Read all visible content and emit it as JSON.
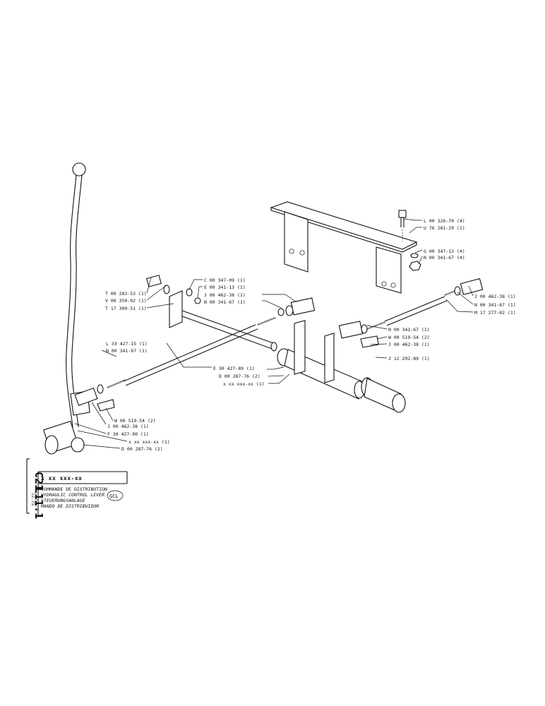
{
  "callouts": [
    "L 00 326-70 (4)",
    "U 76 281-29 (1)",
    "G 00 347-13 (4)",
    "N 00 341-67 (4)",
    "C 00 347-09 (1)",
    "E 00 341-13 (1)",
    "J 00 462-38 (1)",
    "N 00 341-67 (1)",
    "T 00 283-53 (1)",
    "V 00 350-02 (1)",
    "T 17 309-51 (1)",
    "J 00 462-38 (1)",
    "N 00 341-67 (1)",
    "M 17 277-02 (1)",
    "N 00 341-67 (1)",
    "W 00 519-54 (2)",
    "J 00 462-38 (1)",
    "J 12 292-89 (1)",
    "L 33 427-15 (1)",
    "N 00 341-67 (1)",
    "E 30 427-89 (1)",
    "D 00 287-76 (2)",
    "x xx xxx-xx (1)",
    "W 00 519-54 (2)",
    "J 00 462-38 (1)",
    "F 30 427-90 (1)",
    "x xx xxx-xx (1)",
    "D 00 287-76 (2)"
  ],
  "title_block": {
    "ref_top": "C21",
    "ref_bottom": "L11.1",
    "part_number": "x xx xxx-xx",
    "date": "12.75",
    "lines": [
      "COMMANDE DE DISTRIBUTION",
      "HYDRAULIC CONTROL LEVER",
      "STEUERUNGSANLAGE",
      "MANDO DE DISTRIBUIDOR"
    ],
    "logo_text": "GCL"
  }
}
